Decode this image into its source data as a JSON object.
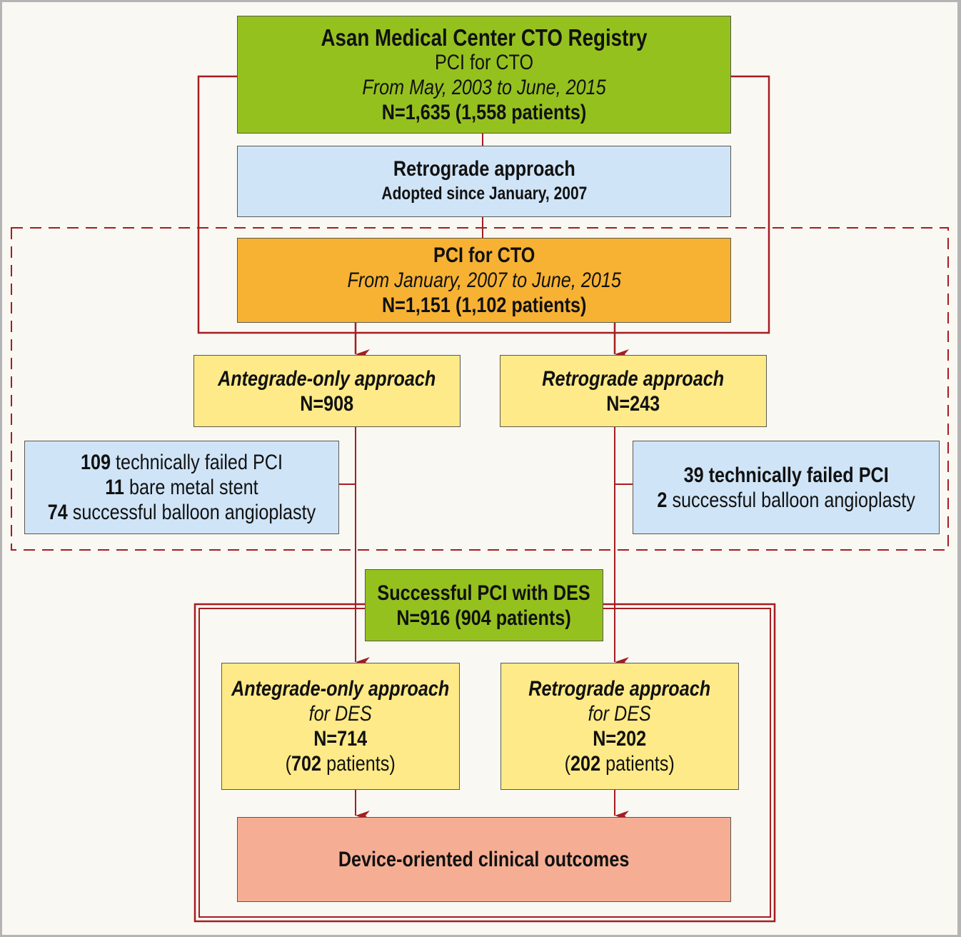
{
  "colors": {
    "connector": "#a51d21",
    "registry_box": "#95c11f",
    "info_box": "#cfe4f7",
    "period_box": "#f7b234",
    "approach_box": "#feea88",
    "outcome_box": "#f5ae94"
  },
  "registry": {
    "title": "Asan Medical Center CTO Registry",
    "subtitle": "PCI for CTO",
    "period": "From May, 2003 to June, 2015",
    "count": "N=1,635 (1,558 patients)"
  },
  "retrograde_note": {
    "title": "Retrograde approach",
    "subtitle": "Adopted since January, 2007"
  },
  "study_period": {
    "title": "PCI for CTO",
    "period": "From January, 2007 to June, 2015",
    "count": "N=1,151 (1,102 patients)"
  },
  "antegrade": {
    "title": "Antegrade-only approach",
    "count": "N=908"
  },
  "retrograde": {
    "title": "Retrograde approach",
    "count": "N=243"
  },
  "antegrade_exclusions": [
    {
      "num": "109",
      "text": " technically failed PCI"
    },
    {
      "num": "11",
      "text": " bare metal stent"
    },
    {
      "num": "74",
      "text": " successful balloon angioplasty"
    }
  ],
  "retrograde_exclusions": [
    {
      "num": "39",
      "text": " technically failed PCI"
    },
    {
      "num": "2",
      "text": " successful balloon angioplasty"
    }
  ],
  "des": {
    "title": "Successful PCI with DES",
    "count": "N=916 (904 patients)"
  },
  "antegrade_des": {
    "title": "Antegrade-only approach",
    "subtitle": "for DES",
    "count": "N=714",
    "patients_open": "(",
    "patients_num": "702",
    "patients_text": " patients)"
  },
  "retrograde_des": {
    "title": "Retrograde approach",
    "subtitle": "for DES",
    "count": "N=202",
    "patients_open": "(",
    "patients_num": "202",
    "patients_text": " patients)"
  },
  "outcome": {
    "title": "Device-oriented clinical outcomes"
  }
}
